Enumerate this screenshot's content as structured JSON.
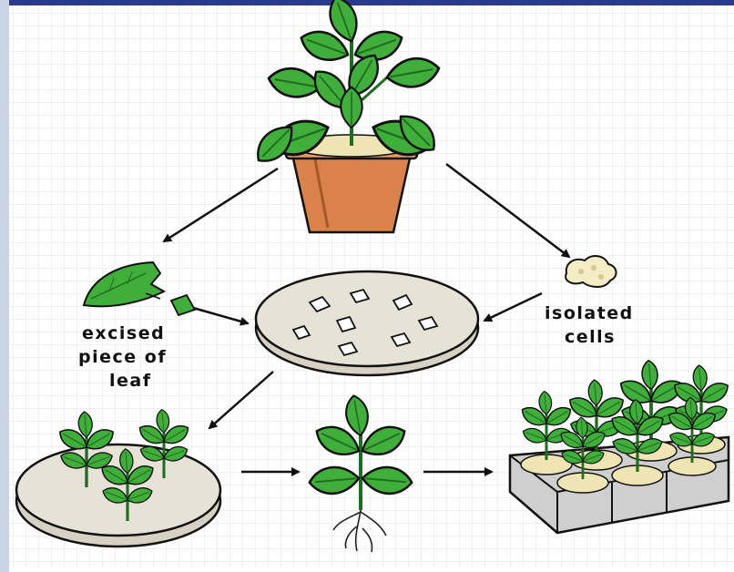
{
  "labels": {
    "excised_line1": "excised",
    "excised_line2": "piece of",
    "excised_line3": "leaf",
    "isolated_line1": "isolated",
    "isolated_line2": "cells"
  },
  "colors": {
    "leaf": "#3fae3a",
    "leaf_dark": "#1f6b1f",
    "pot": "#d9824a",
    "pot_dark": "#a6582a",
    "dish": "#e6e2d6",
    "soil": "#efe4b4",
    "outline": "#111111",
    "frame_top": "#2a3a8c"
  }
}
